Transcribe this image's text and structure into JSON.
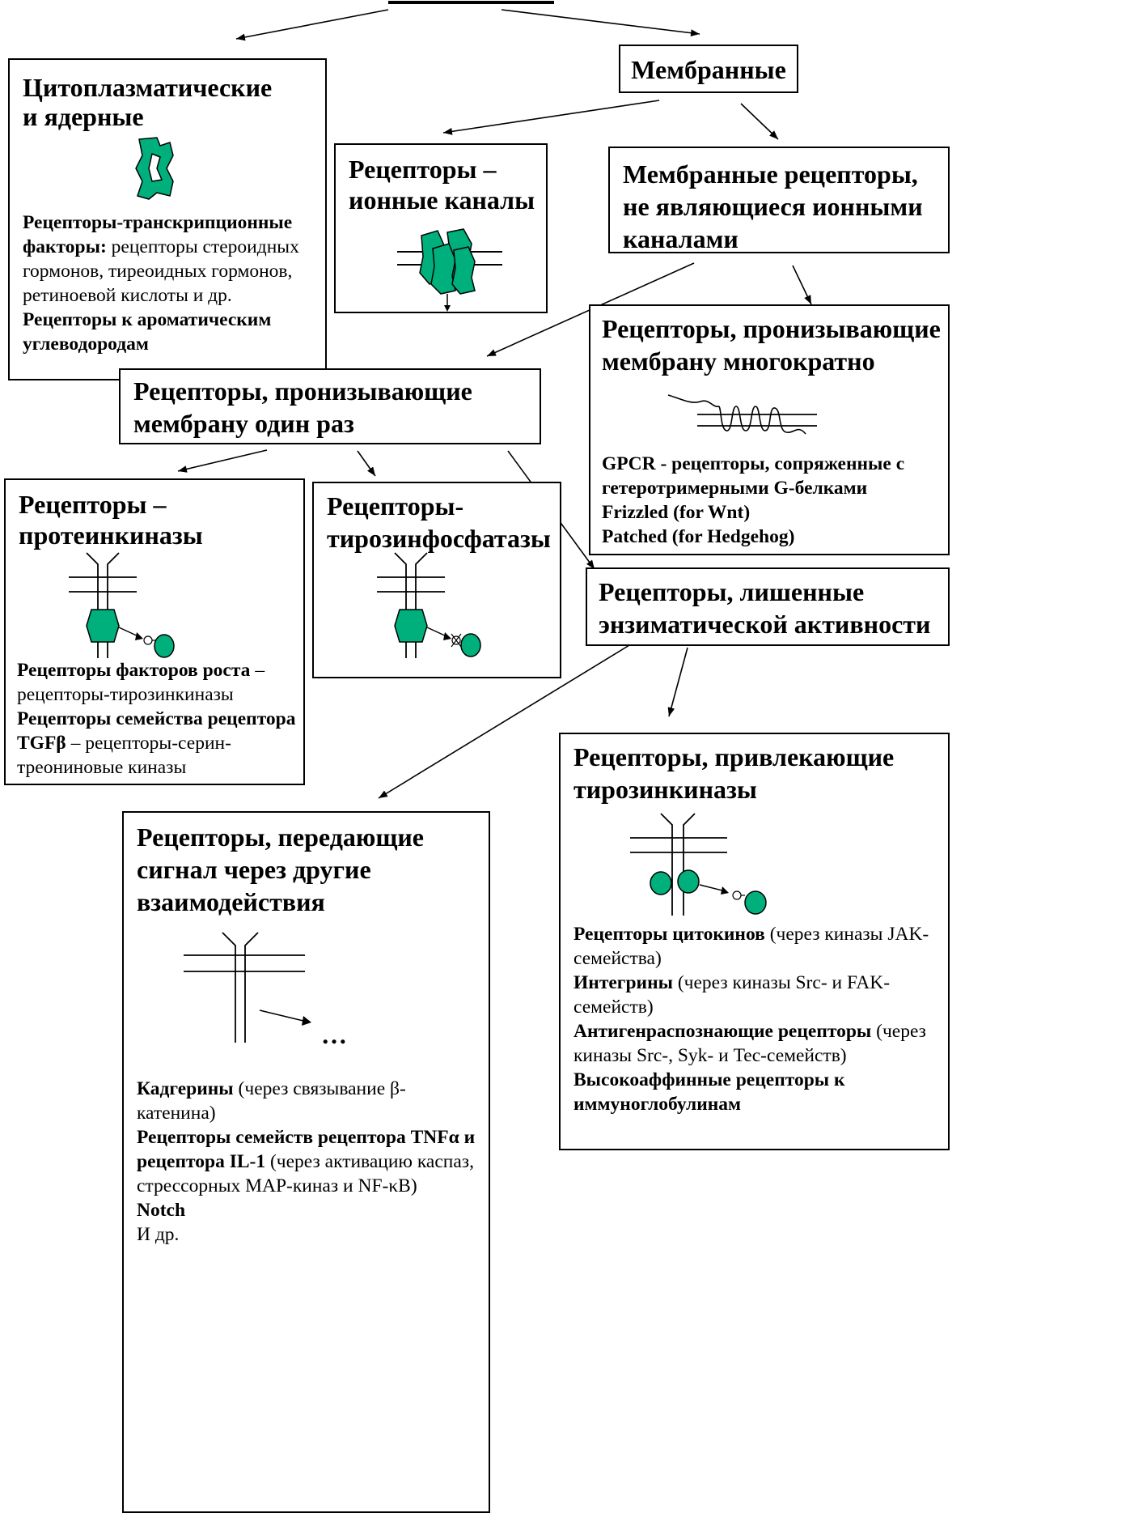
{
  "boxes": {
    "cyto": {
      "title_l1": "Цитоплазматические",
      "title_l2": "и ядерные",
      "t1_bold": "Рецепторы-транскрипционные факторы:",
      "t1_rest": " рецепторы стероидных гормонов, тиреоидных гормонов, ретиноевой кислоты и др.",
      "t2_bold": "Рецепторы к ароматическим углеводородам"
    },
    "membrane": {
      "title": "Мембранные"
    },
    "ion": {
      "title_l1": "Рецепторы –",
      "title_l2": "ионные каналы"
    },
    "nonion": {
      "title": "Мембранные рецепторы, не являющиеся ионными каналами"
    },
    "multi": {
      "title": "Рецепторы, пронизывающие мембрану многократно",
      "line1": "GPCR - рецепторы, сопряженные с гетеротримерными G-белками",
      "line2": "Frizzled (for Wnt)",
      "line3": "Patched (for Hedgehog)"
    },
    "single": {
      "title": "Рецепторы, пронизывающие мембрану один раз"
    },
    "kinase": {
      "title_l1": "Рецепторы –",
      "title_l2": "протеинкиназы",
      "t1_bold": "Рецепторы факторов роста",
      "t1_rest": " – рецепторы-тирозинкиназы",
      "t2_bold": "Рецепторы семейства рецептора TGFβ",
      "t2_rest": " – рецепторы-серин-треониновые киназы"
    },
    "phos": {
      "title_l1": "Рецепторы-",
      "title_l2": "тирозинфосфатазы"
    },
    "noenz": {
      "title": "Рецепторы, лишенные энзиматической активности"
    },
    "recruit": {
      "title": "Рецепторы, привлекающие тирозинкиназы",
      "t1_bold": "Рецепторы цитокинов",
      "t1_rest": " (через киназы JAK-семейства)",
      "t2_bold": "Интегрины",
      "t2_rest": " (через киназы Src- и FAK-семейств)",
      "t3_bold": "Антигенраспознающие рецепторы",
      "t3_rest": " (через киназы Src-, Syk- и Tec-семейств)",
      "t4_bold": "Высокоаффинные рецепторы к иммуноглобулинам"
    },
    "other": {
      "title": "Рецепторы, передающие сигнал через другие взаимодействия",
      "dots": "…",
      "t1_bold": "Кадгерины",
      "t1_rest": " (через связывание β-катенина)",
      "t2_bold": "Рецепторы семейств рецептора TNFα и рецептора IL-1",
      "t2_rest": "  (через активацию каспаз, стрессорных MAP-киназ и NF-κB)",
      "t3_bold": "Notch",
      "t4": "И др."
    }
  },
  "colors": {
    "accent": "#00B07C",
    "line": "#000000"
  }
}
